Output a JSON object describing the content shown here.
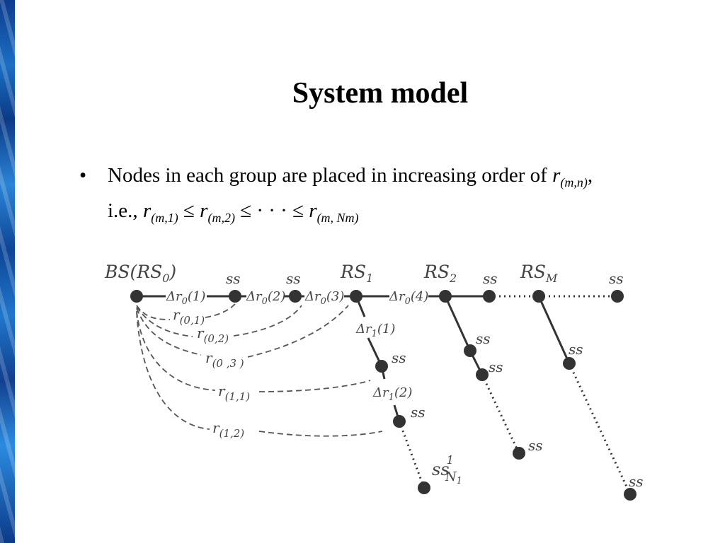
{
  "slide": {
    "title": "System model",
    "bullet": {
      "symbol": "•",
      "text_before": "Nodes in each group are placed in increasing order of ",
      "r": "r",
      "sub_mn": "(m,n)",
      "comma": ",",
      "ie": "i.e., ",
      "sub_m1": "(m,1)",
      "leq": " ≤ ",
      "sub_m2": "(m,2)",
      "dots": " ≤ · · · ≤ ",
      "sub_mNm": "(m, Nm)"
    }
  },
  "diagram": {
    "nodes": {
      "bs": "BS(RS",
      "bs_sub": "0",
      "bs_close": ")",
      "rs1": "RS",
      "rs1_sub": "1",
      "rs2": "RS",
      "rs2_sub": "2",
      "rsm": "RS",
      "rsm_sub": "M",
      "ss": "ss",
      "ssn": "ss",
      "ssn_sup": "1",
      "ssn_sub": "N",
      "ssn_subsub": "1"
    },
    "deltas": {
      "d0_1": "Δr",
      "d0_1_sub": "0",
      "d0_1_arg": "(1)",
      "d0_2": "Δr",
      "d0_2_sub": "0",
      "d0_2_arg": "(2)",
      "d0_3": "Δr",
      "d0_3_sub": "0",
      "d0_3_arg": "(3)",
      "d0_4": "Δr",
      "d0_4_sub": "0",
      "d0_4_arg": "(4)",
      "d1_1": "Δr",
      "d1_1_sub": "1",
      "d1_1_arg": "(1)",
      "d1_2": "Δr",
      "d1_2_sub": "1",
      "d1_2_arg": "(2)"
    },
    "distances": {
      "r": "r",
      "r01": "(0,1)",
      "r02": "(0,2)",
      "r03": "(0 ,3 )",
      "r11": "(1,1)",
      "r12": "(1,2)"
    }
  }
}
